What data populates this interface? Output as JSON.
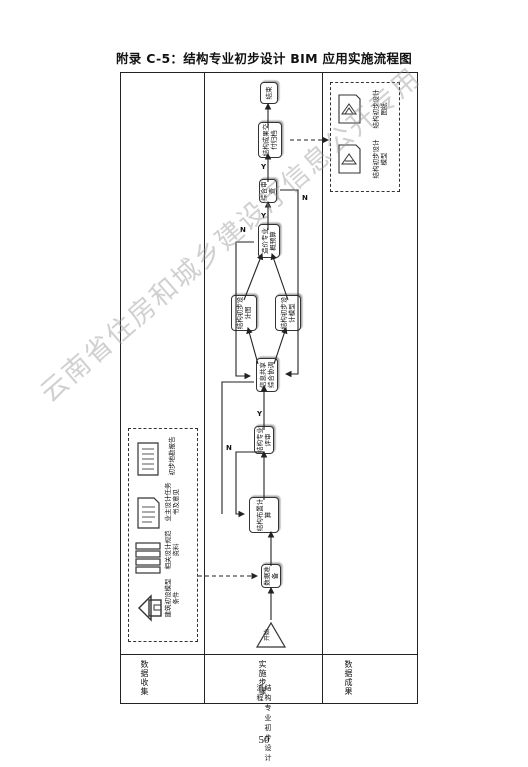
{
  "title": "附录 C-5：结构专业初步设计 BIM 应用实施流程图",
  "page_number": "50",
  "watermark": "云南省住房和城乡建设厅信息公开专用",
  "lanes": {
    "data_collection": "数据收集",
    "implementation": "实施步骤",
    "data_results": "数据成果",
    "process_name": "结构专业初步设计流程"
  },
  "inputs": {
    "item1": "建筑初设模型条件",
    "item2": "相关设计规范资料",
    "item3": "业主设计任务书及意见",
    "item4": "初步地勘报告"
  },
  "nodes": {
    "start": "开始",
    "prep": "数据准备",
    "calc": "结构布置计算",
    "review": "结构专业评审",
    "share": "信息共享综合协调",
    "drawings": "结构初步设计图",
    "model": "结构初步设计模型",
    "cost": "造价专业概预算",
    "audit": "综合审查",
    "deliver": "结构成果交付归档",
    "end": "结束"
  },
  "outputs": {
    "drawings": "结构初步设计图纸",
    "model": "结构初步设计模型"
  },
  "decisions": {
    "yes": "Y",
    "no": "N"
  }
}
